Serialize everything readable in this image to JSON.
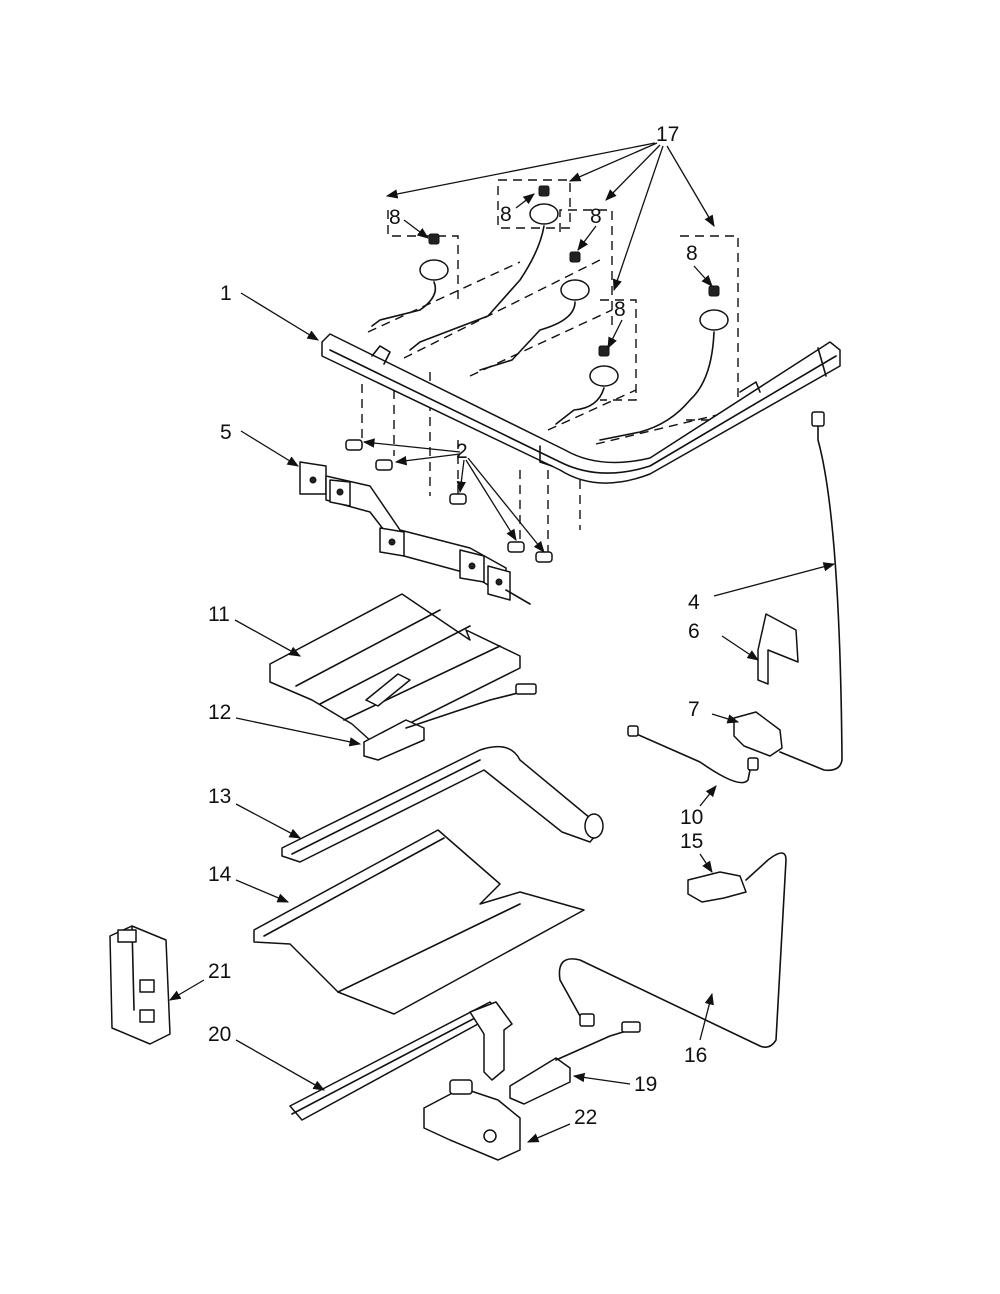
{
  "callouts": {
    "c1": "1",
    "c2": "2",
    "c4": "4",
    "c5": "5",
    "c6": "6",
    "c7": "7",
    "c8": "8",
    "c10": "10",
    "c11": "11",
    "c12": "12",
    "c13": "13",
    "c14": "14",
    "c15": "15",
    "c16": "16",
    "c17": "17",
    "c19": "19",
    "c20": "20",
    "c21": "21",
    "c22": "22"
  }
}
